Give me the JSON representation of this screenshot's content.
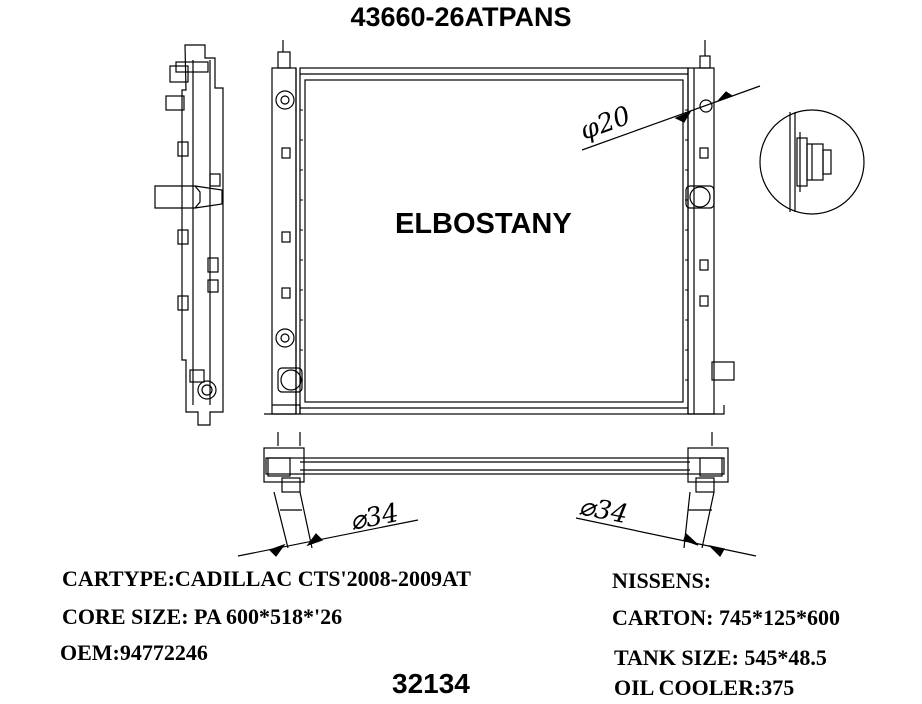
{
  "title": "43660-26ATPANS",
  "brand": "ELBOSTANY",
  "part_number": "32134",
  "dimensions": {
    "top_port": "φ20",
    "left_pipe": "⌀34",
    "right_pipe": "⌀34"
  },
  "specs_left": {
    "cartype": "CARTYPE:CADILLAC CTS'2008-2009AT",
    "core_size": "CORE SIZE:  PA 600*518*'26",
    "oem": "OEM:94772246"
  },
  "specs_right": {
    "nissens": "NISSENS:",
    "carton": "CARTON: 745*125*600",
    "tank_size": "TANK SIZE: 545*48.5",
    "oil_cooler": "OIL COOLER:375"
  }
}
